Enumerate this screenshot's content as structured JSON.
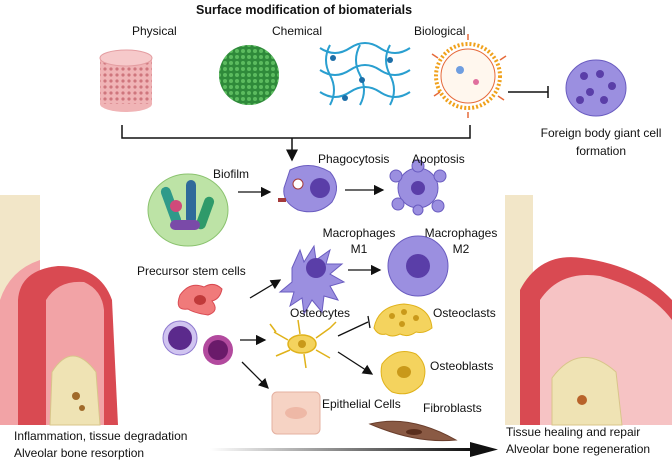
{
  "title": "Surface modification of biomaterials",
  "categories": {
    "physical": "Physical",
    "chemical": "Chemical",
    "biological": "Biological"
  },
  "foreign_body": {
    "line1": "Foreign body giant cell",
    "line2": "formation"
  },
  "labels": {
    "biofilm": "Biofilm",
    "phagocytosis": "Phagocytosis",
    "apoptosis": "Apoptosis",
    "macrophages_m1_line1": "Macrophages",
    "macrophages_m1_line2": "M1",
    "macrophages_m2_line1": "Macrophages",
    "macrophages_m2_line2": "M2",
    "precursor": "Precursor stem cells",
    "osteocytes": "Osteocytes",
    "osteoclasts": "Osteoclasts",
    "osteoblasts": "Osteoblasts",
    "epithelial": "Epithelial Cells",
    "fibroblasts": "Fibroblasts"
  },
  "left_caption": {
    "line1": "Inflammation, tissue degradation",
    "line2": "Alveolar bone resorption"
  },
  "right_caption": {
    "line1": "Tissue healing and repair",
    "line2": "Alveolar bone regeneration"
  },
  "colors": {
    "gum_red": "#d94a52",
    "gum_pink": "#f2a3a6",
    "bone_beige": "#efe3b4",
    "macrophage_purple": "#9b8fe0",
    "osteo_yellow": "#f4d35e",
    "mesh_green": "#3f9e4a",
    "net_blue": "#2a9fd0",
    "lymph_purple": "#5b2a8c"
  }
}
